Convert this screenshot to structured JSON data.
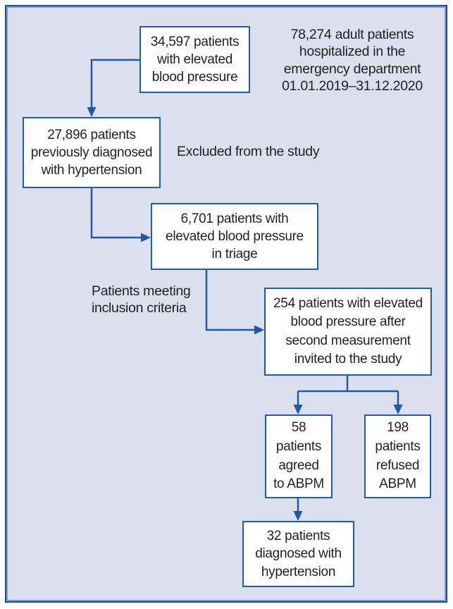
{
  "diagram": {
    "type": "flowchart",
    "note_population": "78,274 adult patients\nhospitalized in the\nemergency department\n01.01.2019–31.12.2020",
    "annotations": {
      "excluded": "Excluded from the study",
      "inclusion": "Patients meeting\ninclusion criteria"
    },
    "boxes": {
      "elevated_bp": "34,597 patients\nwith elevated\nblood pressure",
      "prev_diagnosed": "27,896 patients\npreviously diagnosed\nwith hypertension",
      "triage": "6,701 patients with\nelevated blood pressure\nin triage",
      "second_measurement": "254 patients with elevated\nblood pressure after\nsecond measurement\ninvited to the study",
      "agreed_abpm": "58\npatients\nagreed\nto ABPM",
      "refused_abpm": "198\npatients\nrefused\nABPM",
      "diagnosed_htn": "32 patients\ndiagnosed with\nhypertension"
    },
    "counts": {
      "hospitalized_total": 78274,
      "elevated_bp": 34597,
      "previously_diagnosed": 27896,
      "elevated_in_triage": 6701,
      "invited_to_study": 254,
      "agreed_abpm": 58,
      "refused_abpm": 198,
      "diagnosed_hypertension": 32
    },
    "colors": {
      "background": "#dbdfee",
      "frame_border_outer": "#14509e",
      "frame_border_inner": "#7d99cd",
      "box_fill": "#ffffff",
      "box_border": "#1e5cab",
      "arrow": "#1d5aa8",
      "text": "#231f20"
    }
  }
}
